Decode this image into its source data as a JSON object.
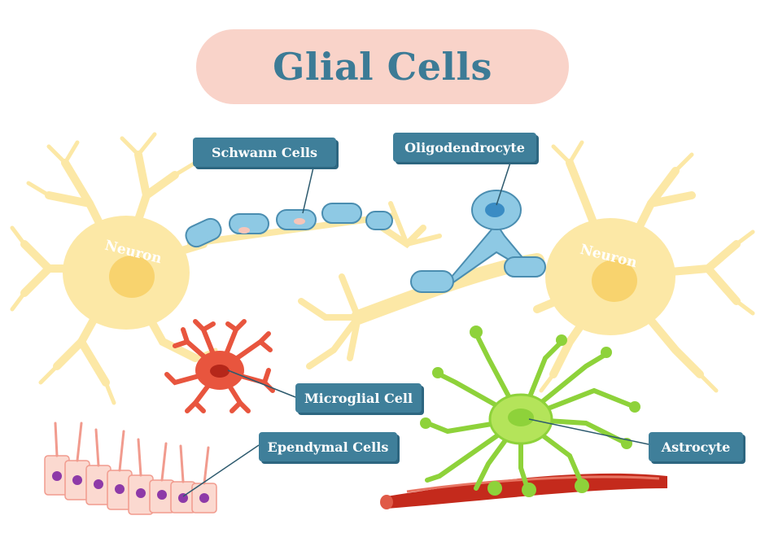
{
  "title": "Glial Cells",
  "labels": {
    "schwann": "Schwann Cells",
    "oligodendrocyte": "Oligodendrocyte",
    "microglial": "Microglial Cell",
    "ependymal": "Ependymal Cells",
    "astrocyte": "Astrocyte",
    "neuron_left": "Neuron",
    "neuron_right": "Neuron"
  },
  "colors": {
    "title_bg": "#f9d3c9",
    "title_text": "#3c7b96",
    "label_bg": "#3f7f9a",
    "neuron": "#fce8a6",
    "neuron_nucleus": "#f8d36e",
    "myelin": "#8ec9e4",
    "microglia": "#e8553e",
    "astrocyte": "#8ed23a",
    "blood_vessel": "#c42a1c",
    "ependymal": "#fbd9d0"
  }
}
